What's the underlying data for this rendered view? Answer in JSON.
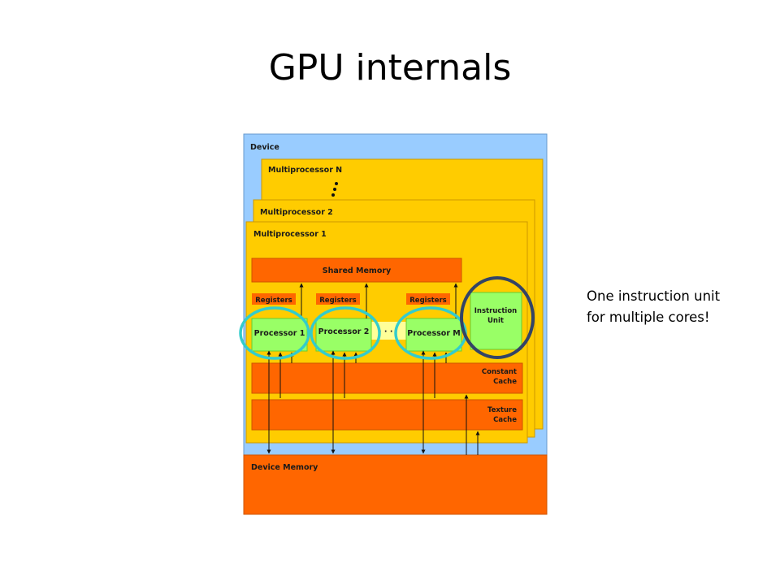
{
  "slide": {
    "title": "GPU internals",
    "note": "One instruction unit for multiple cores!"
  },
  "diagram": {
    "device": "Device",
    "mp_n": "Multiprocessor N",
    "mp_2": "Multiprocessor 2",
    "mp_1": "Multiprocessor 1",
    "shared_memory": "Shared Memory",
    "registers": [
      "Registers",
      "Registers",
      "Registers"
    ],
    "processors": [
      "Processor 1",
      "Processor 2",
      "Processor M"
    ],
    "instruction_unit": [
      "Instruction",
      "Unit"
    ],
    "constant_cache": [
      "Constant",
      "Cache"
    ],
    "texture_cache": [
      "Texture",
      "Cache"
    ],
    "device_memory": "Device Memory"
  },
  "colors": {
    "device_bg": "#99ccff",
    "multiprocessor": "#ffcc00",
    "memory_block": "#ff6600",
    "processor": "#99ff66",
    "highlight_ring": "#33cccc",
    "instruction_ring": "#334466"
  }
}
